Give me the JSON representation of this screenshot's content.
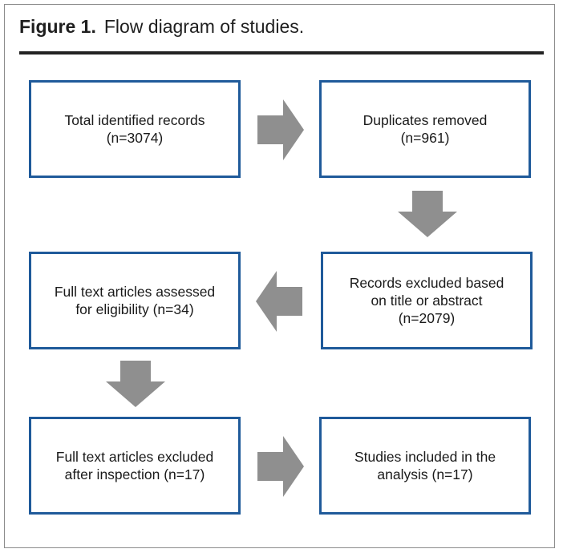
{
  "figure": {
    "label": "Figure 1.",
    "caption": "Flow diagram of studies."
  },
  "boxes": {
    "total_identified": "Total identified records\n(n=3074)",
    "duplicates_removed": "Duplicates removed\n(n=961)",
    "records_excluded": "Records excluded based\non title or abstract\n(n=2079)",
    "full_text_assessed": "Full text articles assessed\nfor eligibility (n=34)",
    "full_text_excluded": "Full text articles excluded\nafter inspection (n=17)",
    "studies_included": "Studies  included in the\nanalysis (n=17)"
  },
  "colors": {
    "box_border": "#1f5a9a",
    "arrow_fill": "#8f8f8f",
    "rule": "#222222"
  },
  "icons": [
    "arrow-right-icon",
    "arrow-down-icon",
    "arrow-left-icon"
  ]
}
